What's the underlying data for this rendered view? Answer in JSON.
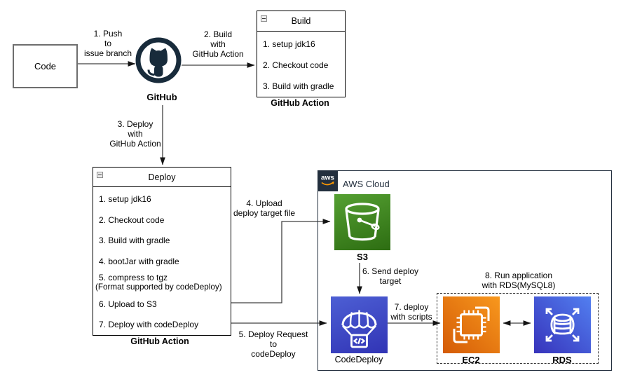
{
  "nodes": {
    "code": {
      "label": "Code"
    },
    "github": {
      "label": "GitHub"
    },
    "build": {
      "title": "Build",
      "items": [
        "1. setup jdk16",
        "2. Checkout code",
        "3. Build with gradle"
      ],
      "caption": "GitHub Action"
    },
    "deploy": {
      "title": "Deploy",
      "items": [
        "1. setup jdk16",
        "2. Checkout code",
        "3. Build with gradle",
        "4. bootJar with gradle",
        "5. compress to tgz",
        "(Format supported by codeDeploy)",
        "6. Upload to S3",
        "7. Deploy with codeDeploy"
      ],
      "caption": "GitHub Action"
    },
    "aws_cloud": {
      "logo_text": "aws",
      "label": "AWS Cloud"
    },
    "s3": {
      "label": "S3"
    },
    "codedeploy": {
      "label": "CodeDeploy"
    },
    "ec2": {
      "label": "EC2"
    },
    "rds": {
      "label": "RDS"
    }
  },
  "edges": {
    "push": {
      "lines": [
        "1. Push",
        "to",
        "issue branch"
      ]
    },
    "build_action": {
      "lines": [
        "2. Build",
        "with",
        "GitHub Action"
      ]
    },
    "deploy_action": {
      "lines": [
        "3. Deploy",
        "with",
        "GitHub Action"
      ]
    },
    "upload": {
      "lines": [
        "4. Upload",
        "deploy target file"
      ]
    },
    "deploy_request": {
      "lines": [
        "5. Deploy Request",
        "to",
        "codeDeploy"
      ]
    },
    "send_target": {
      "lines": [
        "6. Send deploy",
        "target"
      ]
    },
    "deploy_scripts": {
      "lines": [
        "7. deploy",
        "with scripts"
      ]
    },
    "run_app": {
      "lines": [
        "8. Run application",
        "with RDS(MySQL8)"
      ]
    }
  },
  "icons": {
    "github": "octocat-in-circle",
    "collapse": "minus-box",
    "aws": "aws-smile-logo",
    "s3": "bucket",
    "codedeploy": "parachute-code-box",
    "ec2": "chip",
    "rds": "database-scale-arrows"
  },
  "colors": {
    "github-dark": "#182b3b",
    "aws-dark": "#232f3e",
    "aws-orange": "#ff9900",
    "s3-light": "#55a032",
    "s3-dark": "#2d6d12",
    "codedeploy-light": "#4d5fd4",
    "codedeploy-dark": "#3134b5",
    "ec2-light": "#f8981d",
    "ec2-dark": "#d45b07",
    "rds-light": "#527ff0",
    "rds-dark": "#3733bb",
    "edge": "#404040"
  }
}
